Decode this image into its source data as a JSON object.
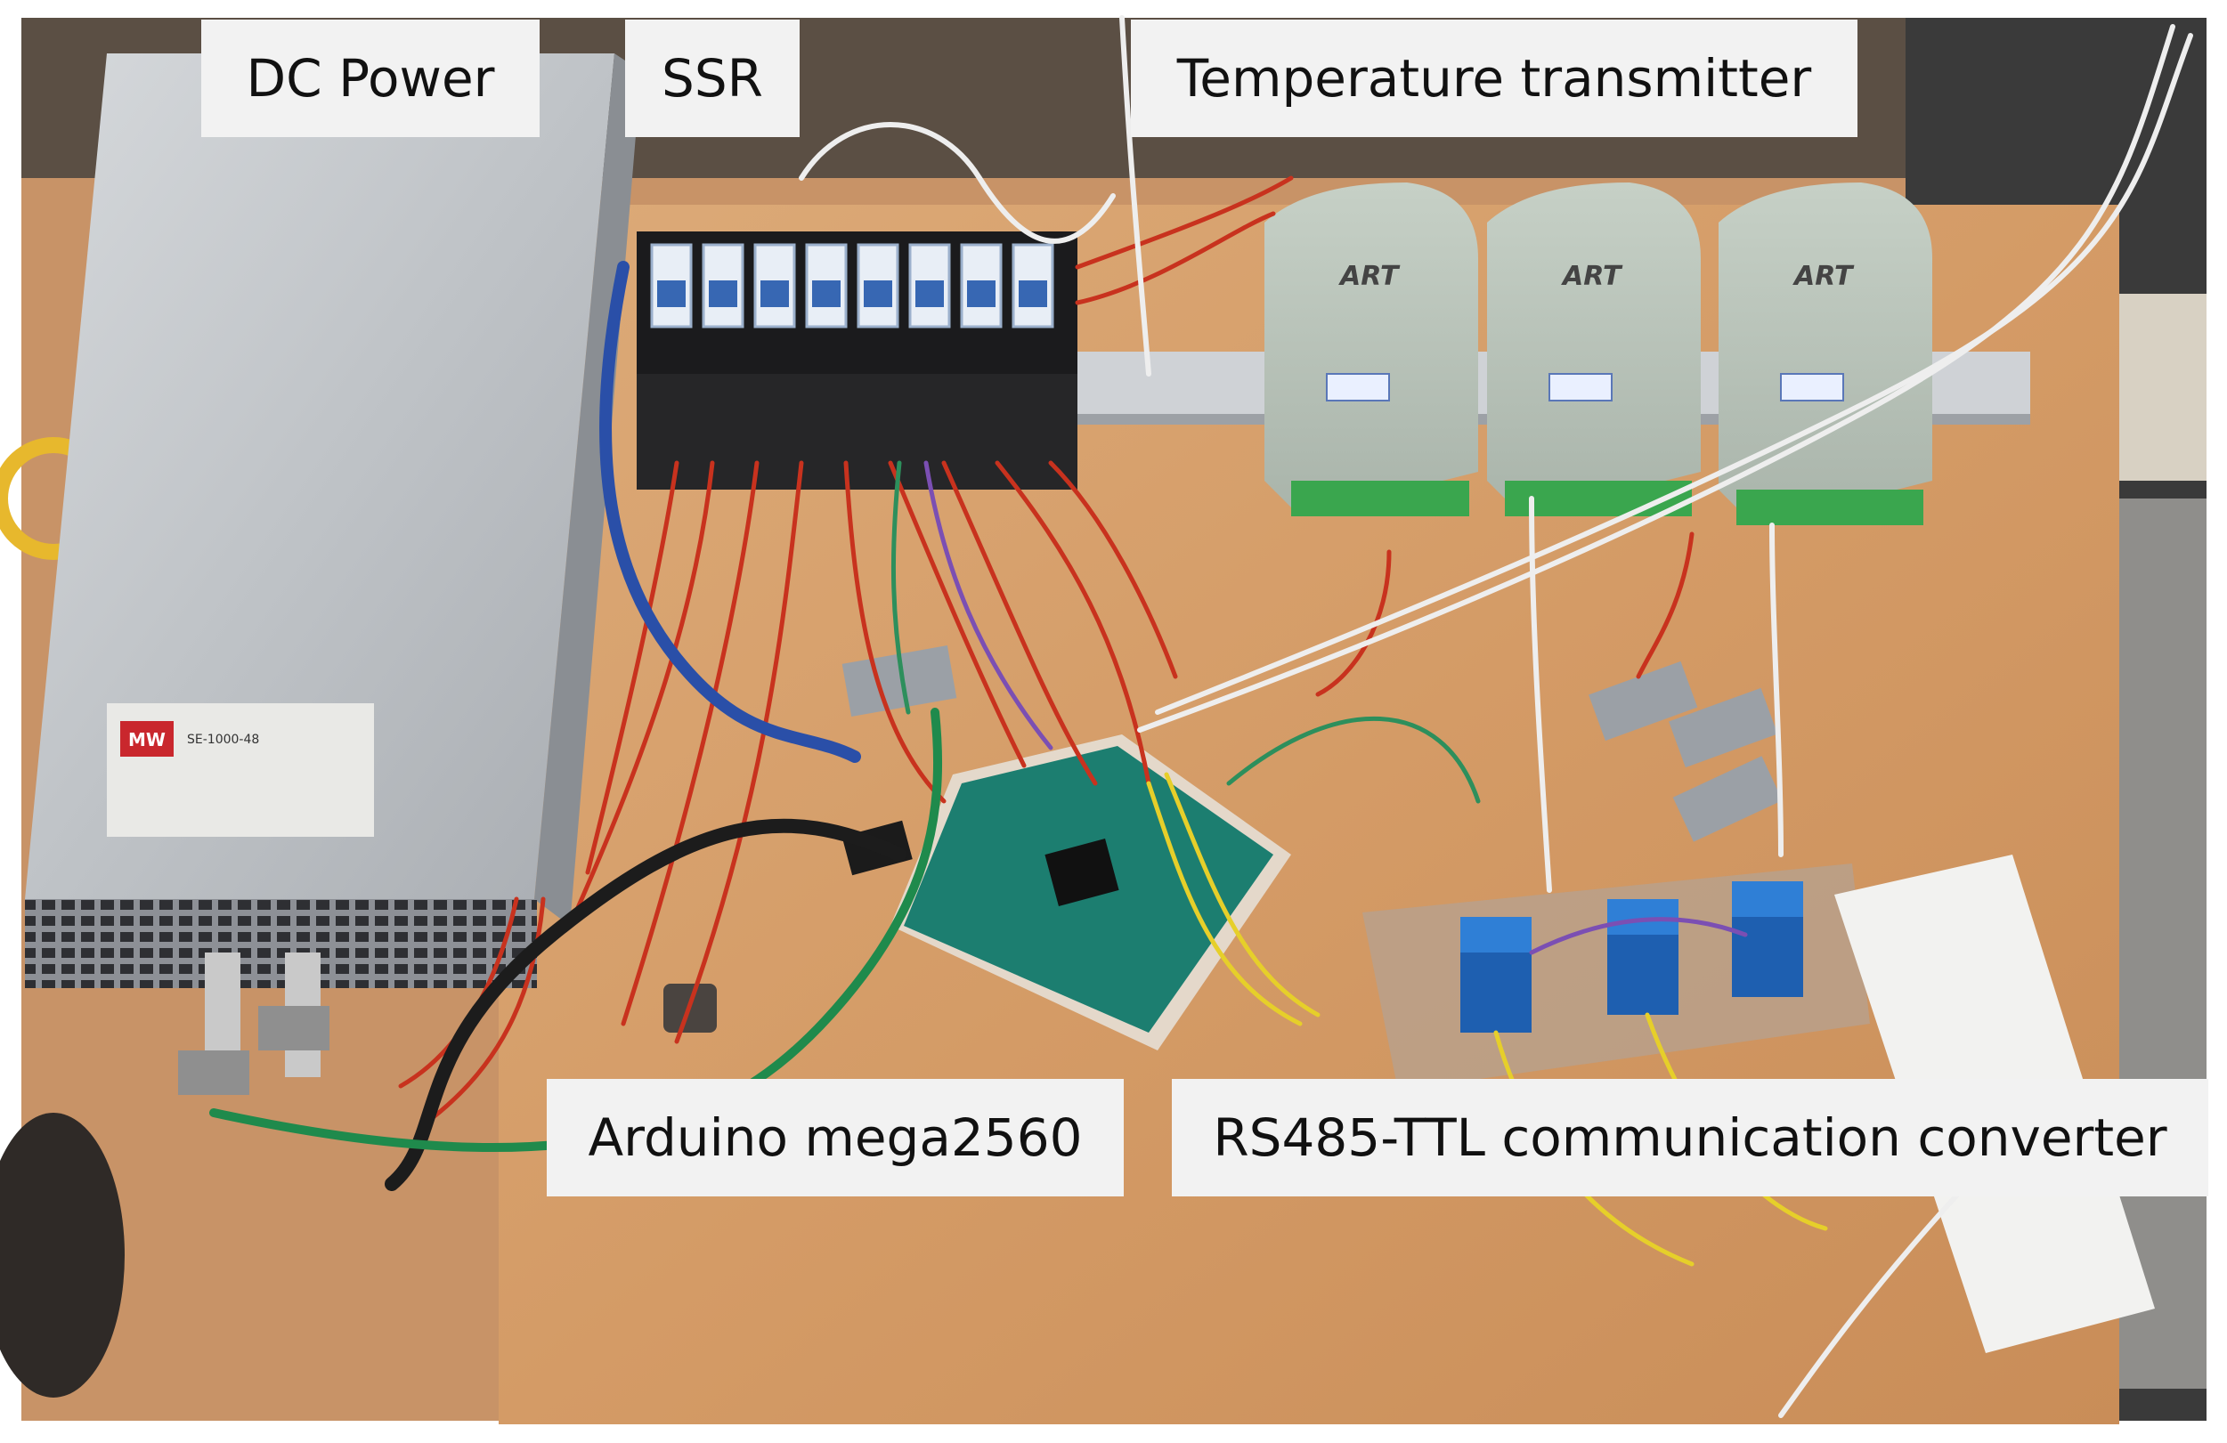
{
  "labels": {
    "dc_power": "DC Power",
    "ssr": "SSR",
    "temperature_transmitter": "Temperature transmitter",
    "arduino": "Arduino mega2560",
    "rs485": "RS485-TTL communication converter"
  },
  "device_markings": {
    "power_supply_brand": "MW",
    "power_supply_model": "SE-1000-48",
    "transmitter_brand": "ART"
  },
  "colors": {
    "board": "#d9a06c",
    "frame": "#ffffff",
    "label_bg": "#f2f2f2",
    "wire_red": "#c8321e",
    "wire_white": "#eeeeee",
    "wire_blue": "#2a4fa8",
    "wire_green": "#1f8a4c",
    "arduino_pcb": "#1c7e70",
    "transmitter_body": "#b7c3b8"
  }
}
